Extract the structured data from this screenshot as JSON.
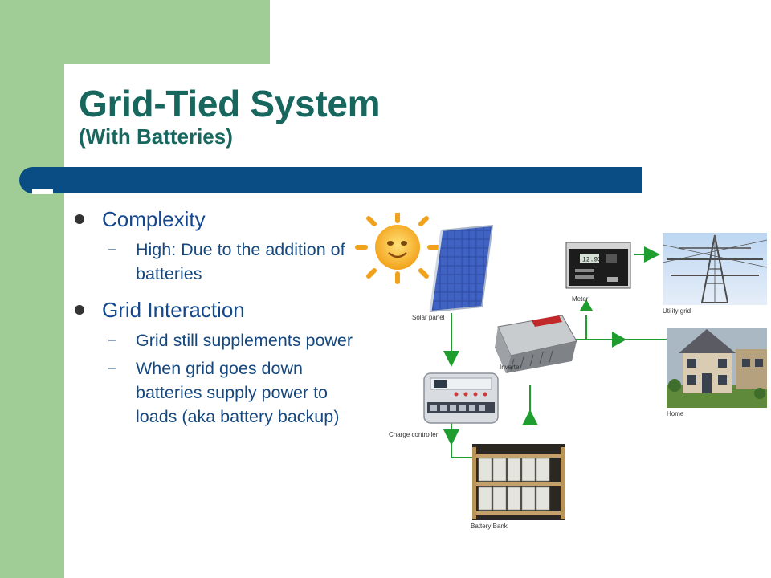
{
  "title": "Grid-Tied System",
  "subtitle": "(With Batteries)",
  "bullets": [
    {
      "text": "Complexity",
      "subs": [
        "High: Due to the addition of batteries"
      ]
    },
    {
      "text": "Grid Interaction",
      "subs": [
        "Grid still supplements power",
        "When grid goes down batteries supply power to loads (aka battery backup)"
      ]
    }
  ],
  "diagram": {
    "solar_panel": "Solar panel",
    "charge_controller": "Charge controller",
    "battery_bank": "Battery Bank",
    "inverter": "Inverter",
    "meter": "Meter",
    "meter_reading": "12.93",
    "utility_grid": "Utility grid",
    "home": "Home"
  },
  "colors": {
    "title": "#17675f",
    "accent_green": "#9fcd95",
    "bar": "#0a4d85",
    "bullet_text": "#14478c",
    "wire": "#1f9e2f"
  }
}
